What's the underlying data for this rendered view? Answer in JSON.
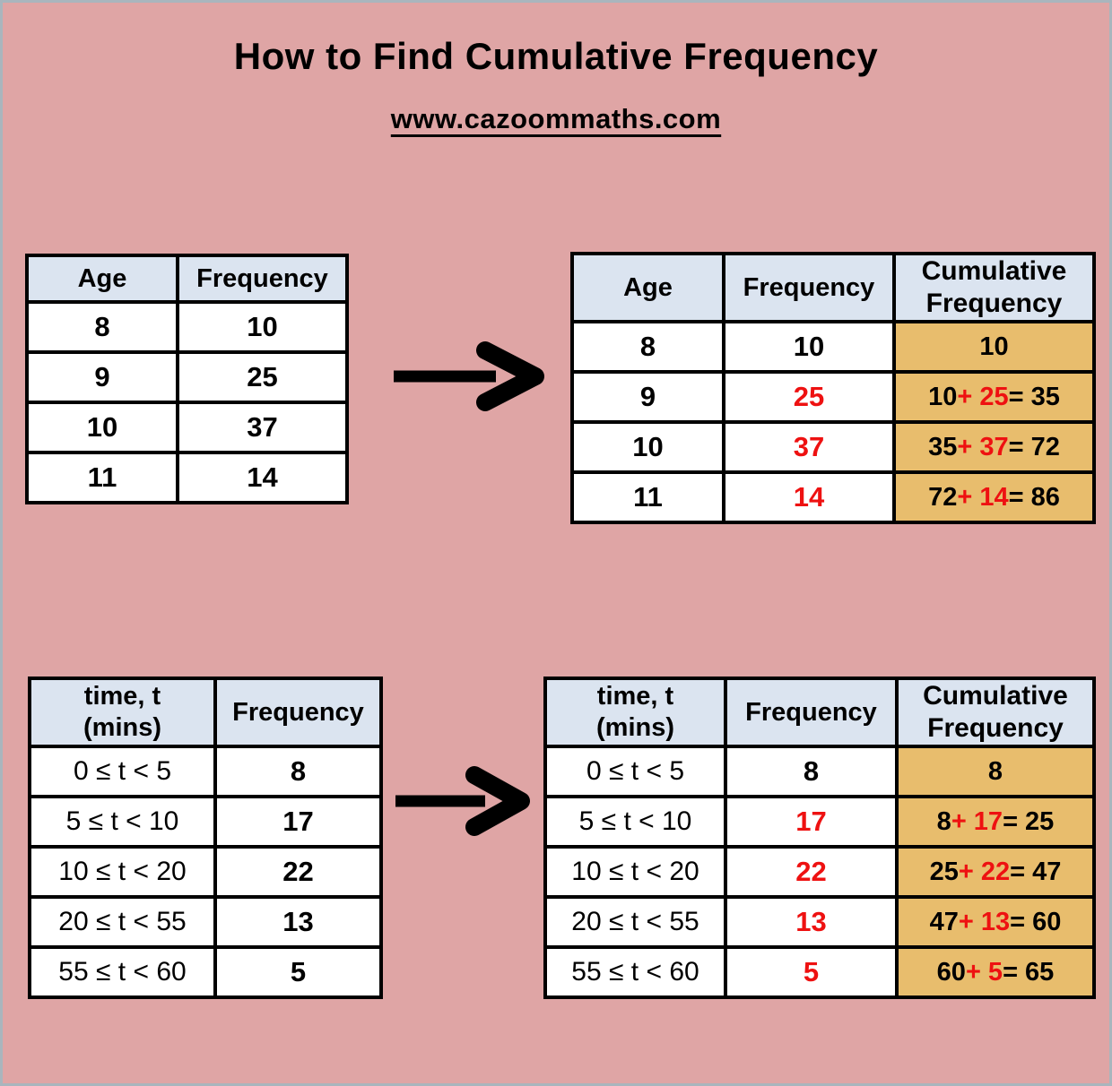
{
  "page": {
    "title": "How to Find Cumulative Frequency",
    "website": "www.cazoommaths.com",
    "colors": {
      "background": "#dfa5a5",
      "page_border_gray": "#a9b5bd",
      "table_header_blue": "#dbe4f0",
      "highlight_orange": "#e8bd6d",
      "accent_red": "#ee1111",
      "text_black": "#000000"
    }
  },
  "tables": {
    "age_simple": {
      "headers": [
        "Age",
        "Frequency"
      ],
      "rows": [
        [
          "8",
          "10"
        ],
        [
          "9",
          "25"
        ],
        [
          "10",
          "37"
        ],
        [
          "11",
          "14"
        ]
      ]
    },
    "age_cumulative": {
      "headers": [
        "Age",
        "Frequency",
        "Cumulative\nFrequency"
      ],
      "rows": [
        {
          "age": "8",
          "freq": "10",
          "cum_pre": "10",
          "cum_red": "",
          "cum_post": ""
        },
        {
          "age": "9",
          "freq": "25",
          "cum_pre": "10",
          "cum_red": " + 25 ",
          "cum_post": "= 35"
        },
        {
          "age": "10",
          "freq": "37",
          "cum_pre": "35",
          "cum_red": " + 37 ",
          "cum_post": "= 72"
        },
        {
          "age": "11",
          "freq": "14",
          "cum_pre": "72",
          "cum_red": " + 14 ",
          "cum_post": "= 86"
        }
      ]
    },
    "time_simple": {
      "headers": [
        "time, t\n(mins)",
        "Frequency"
      ],
      "rows": [
        [
          "0 ≤ t < 5",
          "8"
        ],
        [
          "5 ≤ t < 10",
          "17"
        ],
        [
          "10 ≤ t < 20",
          "22"
        ],
        [
          "20 ≤ t < 55",
          "13"
        ],
        [
          "55 ≤ t < 60",
          "5"
        ]
      ]
    },
    "time_cumulative": {
      "headers": [
        "time, t\n(mins)",
        "Frequency",
        "Cumulative\nFrequency"
      ],
      "rows": [
        {
          "time": "0 ≤ t < 5",
          "freq": "8",
          "cum_pre": "8",
          "cum_red": "",
          "cum_post": ""
        },
        {
          "time": "5 ≤ t < 10",
          "freq": "17",
          "cum_pre": "8",
          "cum_red": " + 17 ",
          "cum_post": "= 25"
        },
        {
          "time": "10 ≤ t < 20",
          "freq": "22",
          "cum_pre": "25",
          "cum_red": " + 22 ",
          "cum_post": "= 47"
        },
        {
          "time": "20 ≤ t < 55",
          "freq": "13",
          "cum_pre": "47",
          "cum_red": " + 13 ",
          "cum_post": "= 60"
        },
        {
          "time": "55 ≤ t < 60",
          "freq": "5",
          "cum_pre": "60",
          "cum_red": " + 5 ",
          "cum_post": "= 65"
        }
      ]
    }
  }
}
